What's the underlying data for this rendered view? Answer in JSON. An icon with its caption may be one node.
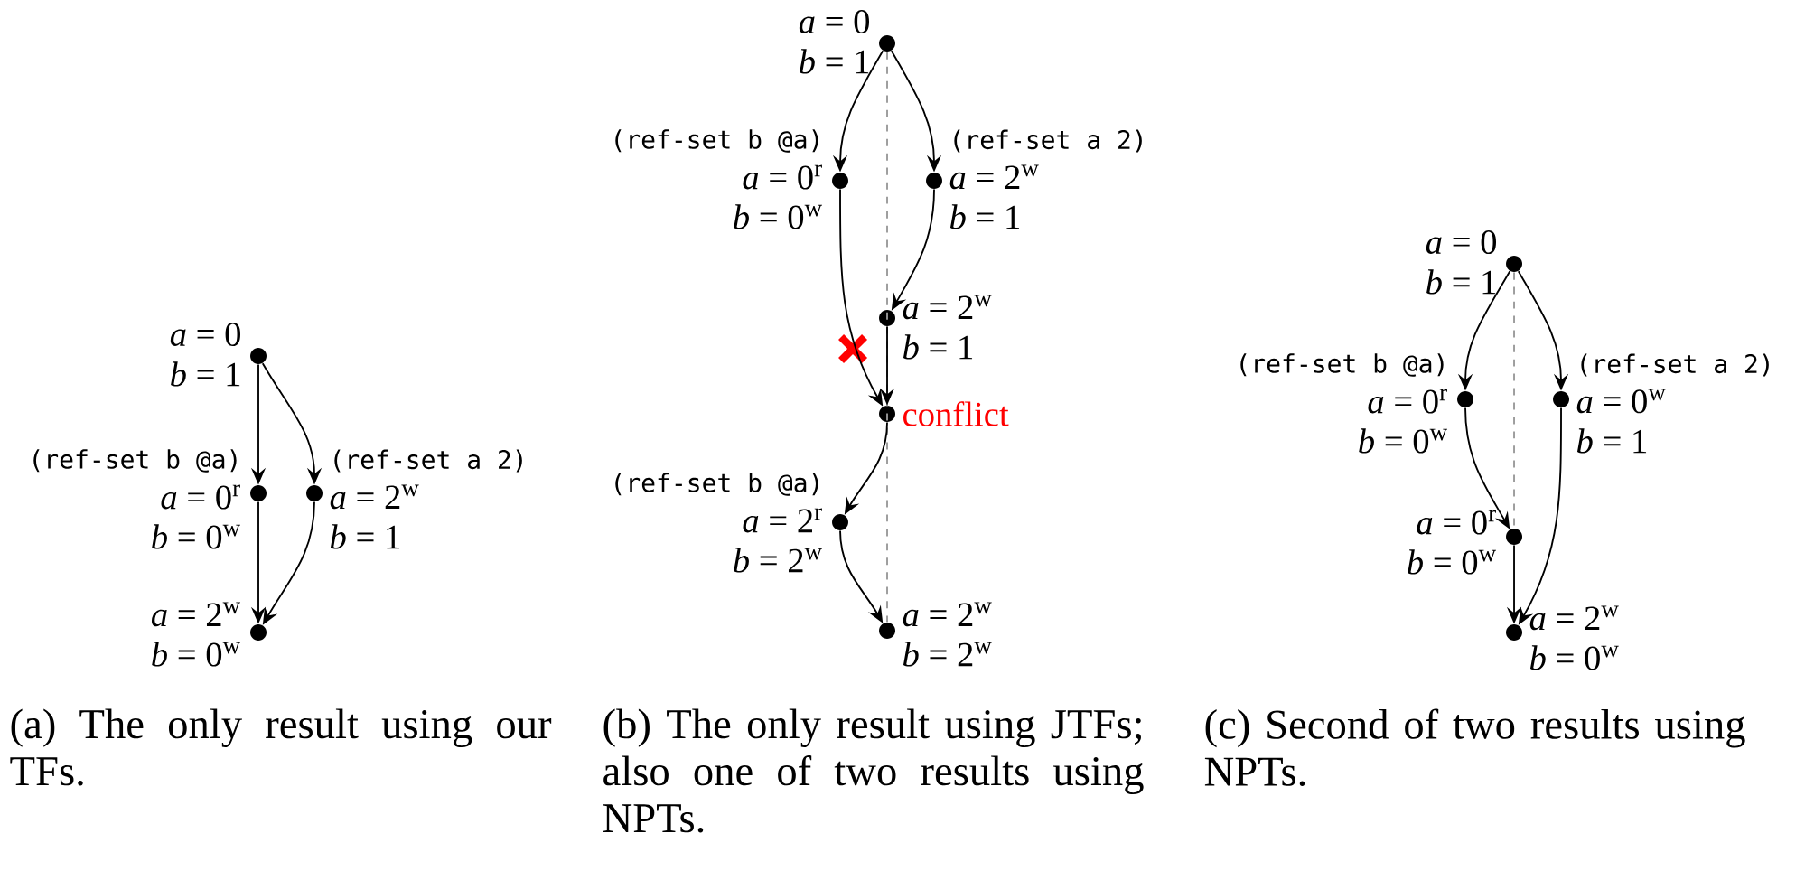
{
  "diagram": {
    "nodes": [
      {
        "text": [],
        "shape": "circle",
        "beside": [
          "*a* = 0",
          "*b* = 1"
        ]
      },
      {
        "text": [],
        "shape": "circle",
        "beside": [
          "(ref-set b @a)",
          "*a* = 0$^{r}$",
          "*b* = 0$^{w}$"
        ]
      },
      {
        "text": [],
        "shape": "circle",
        "beside": [
          "(ref-set a 2)",
          "*a* = 2$^{w}$",
          "*b* = 1"
        ]
      },
      {
        "text": [],
        "shape": "circle",
        "beside": [
          "*a* = 2$^{w}$",
          "*b* = 0$^{w}$"
        ]
      },
      {
        "text": [],
        "shape": "circle",
        "beside": [
          "*a* = 0",
          "*b* = 1"
        ]
      },
      {
        "text": [],
        "shape": "circle",
        "beside": [
          "(ref-set b @a)",
          "*a* = 0$^{r}$",
          "*b* = 0$^{w}$"
        ]
      },
      {
        "text": [],
        "shape": "circle",
        "beside": [
          "(ref-set a 2)",
          "*a* = 2$^{w}$",
          "*b* = 1"
        ]
      },
      {
        "text": [],
        "shape": "circle",
        "beside": [
          "*a* = 2$^{w}$",
          "*b* = 1"
        ]
      },
      {
        "text": [],
        "shape": "circle",
        "beside": [
          "conflict"
        ]
      },
      {
        "text": [],
        "shape": "circle",
        "beside": [
          "(ref-set b @a)",
          "*a* = 2$^{r}$",
          "*b* = 2$^{w}$"
        ]
      },
      {
        "text": [],
        "shape": "circle",
        "beside": [
          "*a* = 2$^{w}$",
          "*b* = 2$^{w}$"
        ]
      },
      {
        "text": [],
        "shape": "circle",
        "beside": [
          "*a* = 0",
          "*b* = 1"
        ]
      },
      {
        "text": [],
        "shape": "circle",
        "beside": [
          "(ref-set b @a)",
          "*a* = 0$^{r}$",
          "*b* = 0$^{w}$"
        ]
      },
      {
        "text": [],
        "shape": "circle",
        "beside": [
          "(ref-set a 2)",
          "*a* = 0$^{w}$",
          "*b* = 1"
        ]
      },
      {
        "text": [],
        "shape": "circle",
        "beside": [
          "*a* = 0$^{r}$",
          "*b* = 0$^{w}$"
        ]
      },
      {
        "text": [],
        "shape": "circle",
        "beside": [
          "*a* = 2$^{w}$",
          "*b* = 0$^{w}$"
        ]
      }
    ],
    "edges": [
      {
        "from": 0,
        "to": 1,
        "arrow": "to"
      },
      {
        "from": 0,
        "to": 2,
        "arrow": "to"
      },
      {
        "from": 1,
        "to": 3,
        "arrow": "to"
      },
      {
        "from": 2,
        "to": 3,
        "arrow": "to"
      },
      {
        "from": 4,
        "to": 10,
        "arrow": "none",
        "style": "dashed",
        "color": "#999999"
      },
      {
        "from": 4,
        "to": 5,
        "arrow": "to"
      },
      {
        "from": 4,
        "to": 6,
        "arrow": "to"
      },
      {
        "from": 6,
        "to": 7,
        "arrow": "to"
      },
      {
        "from": 5,
        "to": 8,
        "arrow": "to"
      },
      {
        "from": 7,
        "to": 8,
        "arrow": "to"
      },
      {
        "from": 8,
        "to": 9,
        "arrow": "to"
      },
      {
        "from": 9,
        "to": 10,
        "arrow": "to"
      },
      {
        "from": 11,
        "to": 14,
        "arrow": "none",
        "style": "dashed",
        "color": "#999999"
      },
      {
        "from": 11,
        "to": 12,
        "arrow": "to"
      },
      {
        "from": 11,
        "to": 13,
        "arrow": "to"
      },
      {
        "from": 12,
        "to": 14,
        "arrow": "to"
      },
      {
        "from": 14,
        "to": 15,
        "arrow": "to"
      },
      {
        "from": 13,
        "to": 15,
        "arrow": "to"
      }
    ],
    "labels": [
      "(a) The only result using our TFs.",
      "(b) The only result using JTFs; also one of two results using NPTs.",
      "(c) Second of two results using NPTs."
    ]
  }
}
